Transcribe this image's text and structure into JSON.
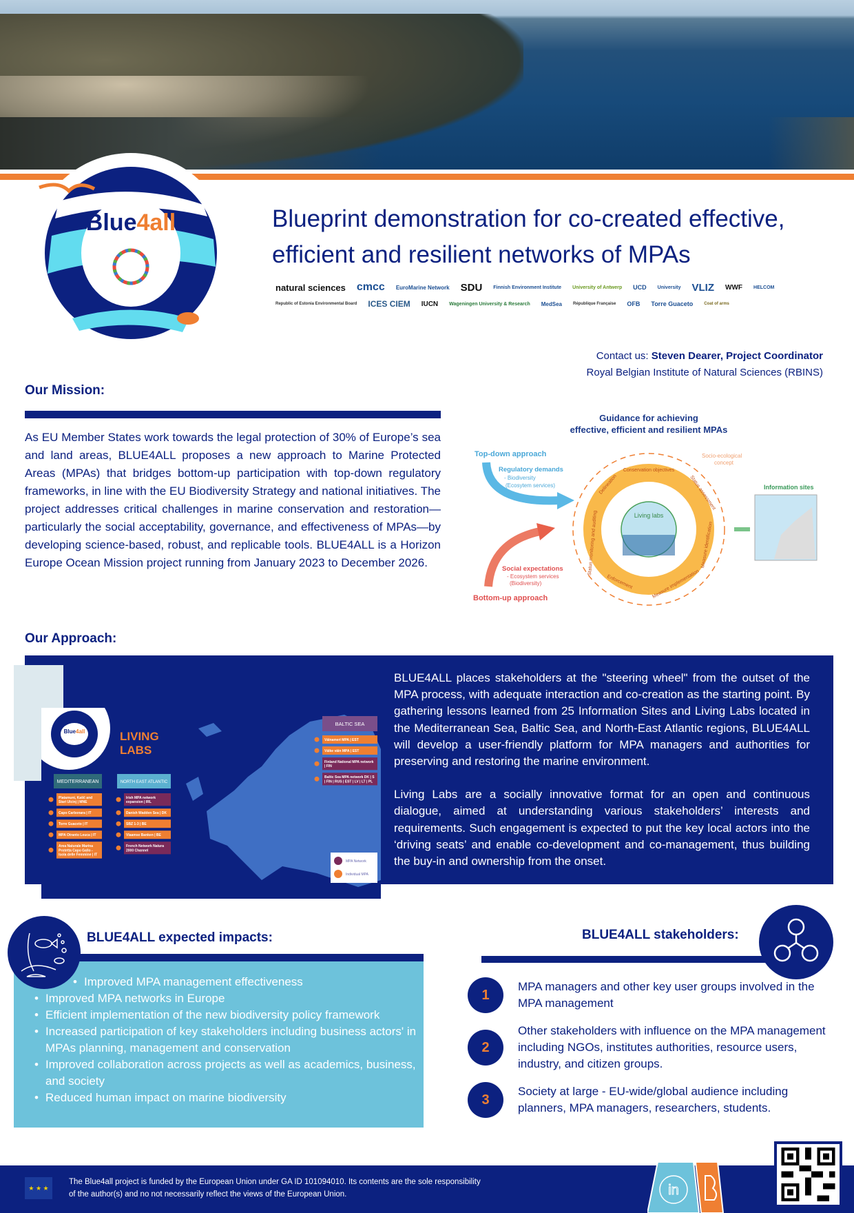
{
  "header": {
    "title": "Blueprint demonstration for co-created effective, efficient and resilient networks of MPAs",
    "logo_text": {
      "blue": "Blue",
      "four_all": "4all"
    }
  },
  "partners": [
    "natural sciences",
    "cmcc",
    "EuroMarine Network",
    "SDU",
    "Finnish Environment Institute",
    "University of Antwerp",
    "UCD",
    "University",
    "VLIZ",
    "WWF",
    "HELCOM",
    "Republic of Estonia Environmental Board",
    "ICES CIEM",
    "IUCN",
    "Wageningen University & Research",
    "MedSea",
    "République Française",
    "OFB",
    "Torre Guaceto",
    "Coat of arms"
  ],
  "contact": {
    "prefix": "Contact us: ",
    "name": "Steven Dearer, Project Coordinator",
    "institution": "Royal Belgian Institute of Natural Sciences (RBINS)"
  },
  "mission": {
    "heading": "Our Mission:",
    "text": "As EU Member States work towards the legal protection of 30% of Europe’s sea and land areas, BLUE4ALL proposes a new approach to Marine Protected Areas (MPAs) that bridges bottom-up participation with top-down regulatory frameworks, in line with the EU Biodiversity Strategy and national initiatives. The project addresses critical challenges in marine conservation and restoration—particularly the social acceptability, governance, and effectiveness of MPAs—by developing science-based, robust, and replicable tools. BLUE4ALL is a Horizon Europe Ocean Mission project running from January 2023 to December 2026."
  },
  "diagram": {
    "title_line1": "Guidance for achieving",
    "title_line2": "effective, efficient and resilient MPAs",
    "top_down": "Top-down approach",
    "regulatory": "Regulatory demands",
    "reg_sub1": "- Biodiversity",
    "reg_sub2": "(Ecosytem services)",
    "social": "Social expectations",
    "soc_sub1": "- Ecosystem services",
    "soc_sub2": "(Biodiversity)",
    "bottom_up": "Bottom-up approach",
    "socio": "Socio-ecological",
    "concept": "concept",
    "info_sites": "Information sites",
    "living_labs": "Living labs",
    "cycle": [
      "Conservation objectives",
      "Status assessment",
      "Measure identification",
      "Measure implementation",
      "Enforcement",
      "Status monitoring and auditing",
      "Delineation"
    ]
  },
  "approach": {
    "heading": "Our Approach:",
    "p1": "BLUE4ALL places stakeholders at the \"steering wheel\" from the outset of the MPA process, with adequate interaction and co-creation as the starting point. By gathering lessons learned from 25 Information Sites and Living Labs located in the Mediterranean Sea, Baltic Sea, and North-East Atlantic regions, BLUE4ALL will develop a user-friendly platform for MPA managers and authorities for preserving and restoring the marine environment.",
    "p2": "Living Labs are a socially innovative format for an open and continuous dialogue, aimed at understanding various stakeholders’ interests and requirements. Such engagement is expected to put the key local actors into the ‘driving seats’ and enable co-development and co-management, thus building the buy-in and ownership from the onset."
  },
  "living_labs_map": {
    "title1": "LIVING",
    "title2": "LABS",
    "med_header": "MEDITERRANEAN",
    "nea_header": "NORTH EAST ATLANTIC",
    "baltic_header": "BALTIC SEA",
    "med": [
      "Platamuni, Katič and Stari Ulcinj | MNE",
      "Capo Carbonara | IT",
      "Torre Guaceto | IT",
      "MPA Otranto Leuca | IT",
      "Area Naturale Marina Protetta Capo Gallo - Isola delle Femmine | IT"
    ],
    "nea": [
      "Irish MPA network expansion | IRL",
      "Danish Wadden Sea | DK",
      "SBZ 1-3 | BE",
      "Vlaamse Banken | BE",
      "French Network Natura 2000 Channel"
    ],
    "baltic": [
      "Väinameri MPA | EST",
      "Väike väin MPA | EST",
      "Finland National MPA network | FIN",
      "Baltic Sea MPA network DK | S | FIN | RUS | EST | LV | LT | PL"
    ],
    "legend_network": "MPA Network",
    "legend_individual": "Individual MPA"
  },
  "impacts": {
    "heading": "BLUE4ALL expected impacts:",
    "items": [
      "Improved MPA management effectiveness",
      "Improved MPA networks in Europe",
      "Efficient implementation of the new biodiversity policy framework",
      "Increased participation of key stakeholders including business actors' in MPAs planning, management and conservation",
      "Improved collaboration across projects as well as academics, business, and society",
      "Reduced human impact on marine biodiversity"
    ]
  },
  "stakeholders": {
    "heading": "BLUE4ALL stakeholders:",
    "items": [
      {
        "num": "1",
        "text": "MPA managers and other key user groups involved in the MPA management"
      },
      {
        "num": "2",
        "text": "Other stakeholders with influence on the MPA management including NGOs, institutes authorities, resource users, industry, and citizen groups."
      },
      {
        "num": "3",
        "text": "Society at large - EU-wide/global audience including planners, MPA managers, researchers, students."
      }
    ]
  },
  "footer": {
    "text": "The Blue4all project is funded by the European Union under GA ID 101094010. Its contents are the sole responsibility of the author(s) and no not necessarily reflect the views of the European Union.",
    "linkedin": "in"
  },
  "colors": {
    "navy": "#0c2180",
    "orange": "#ef7f32",
    "light_blue": "#6dc2db"
  }
}
